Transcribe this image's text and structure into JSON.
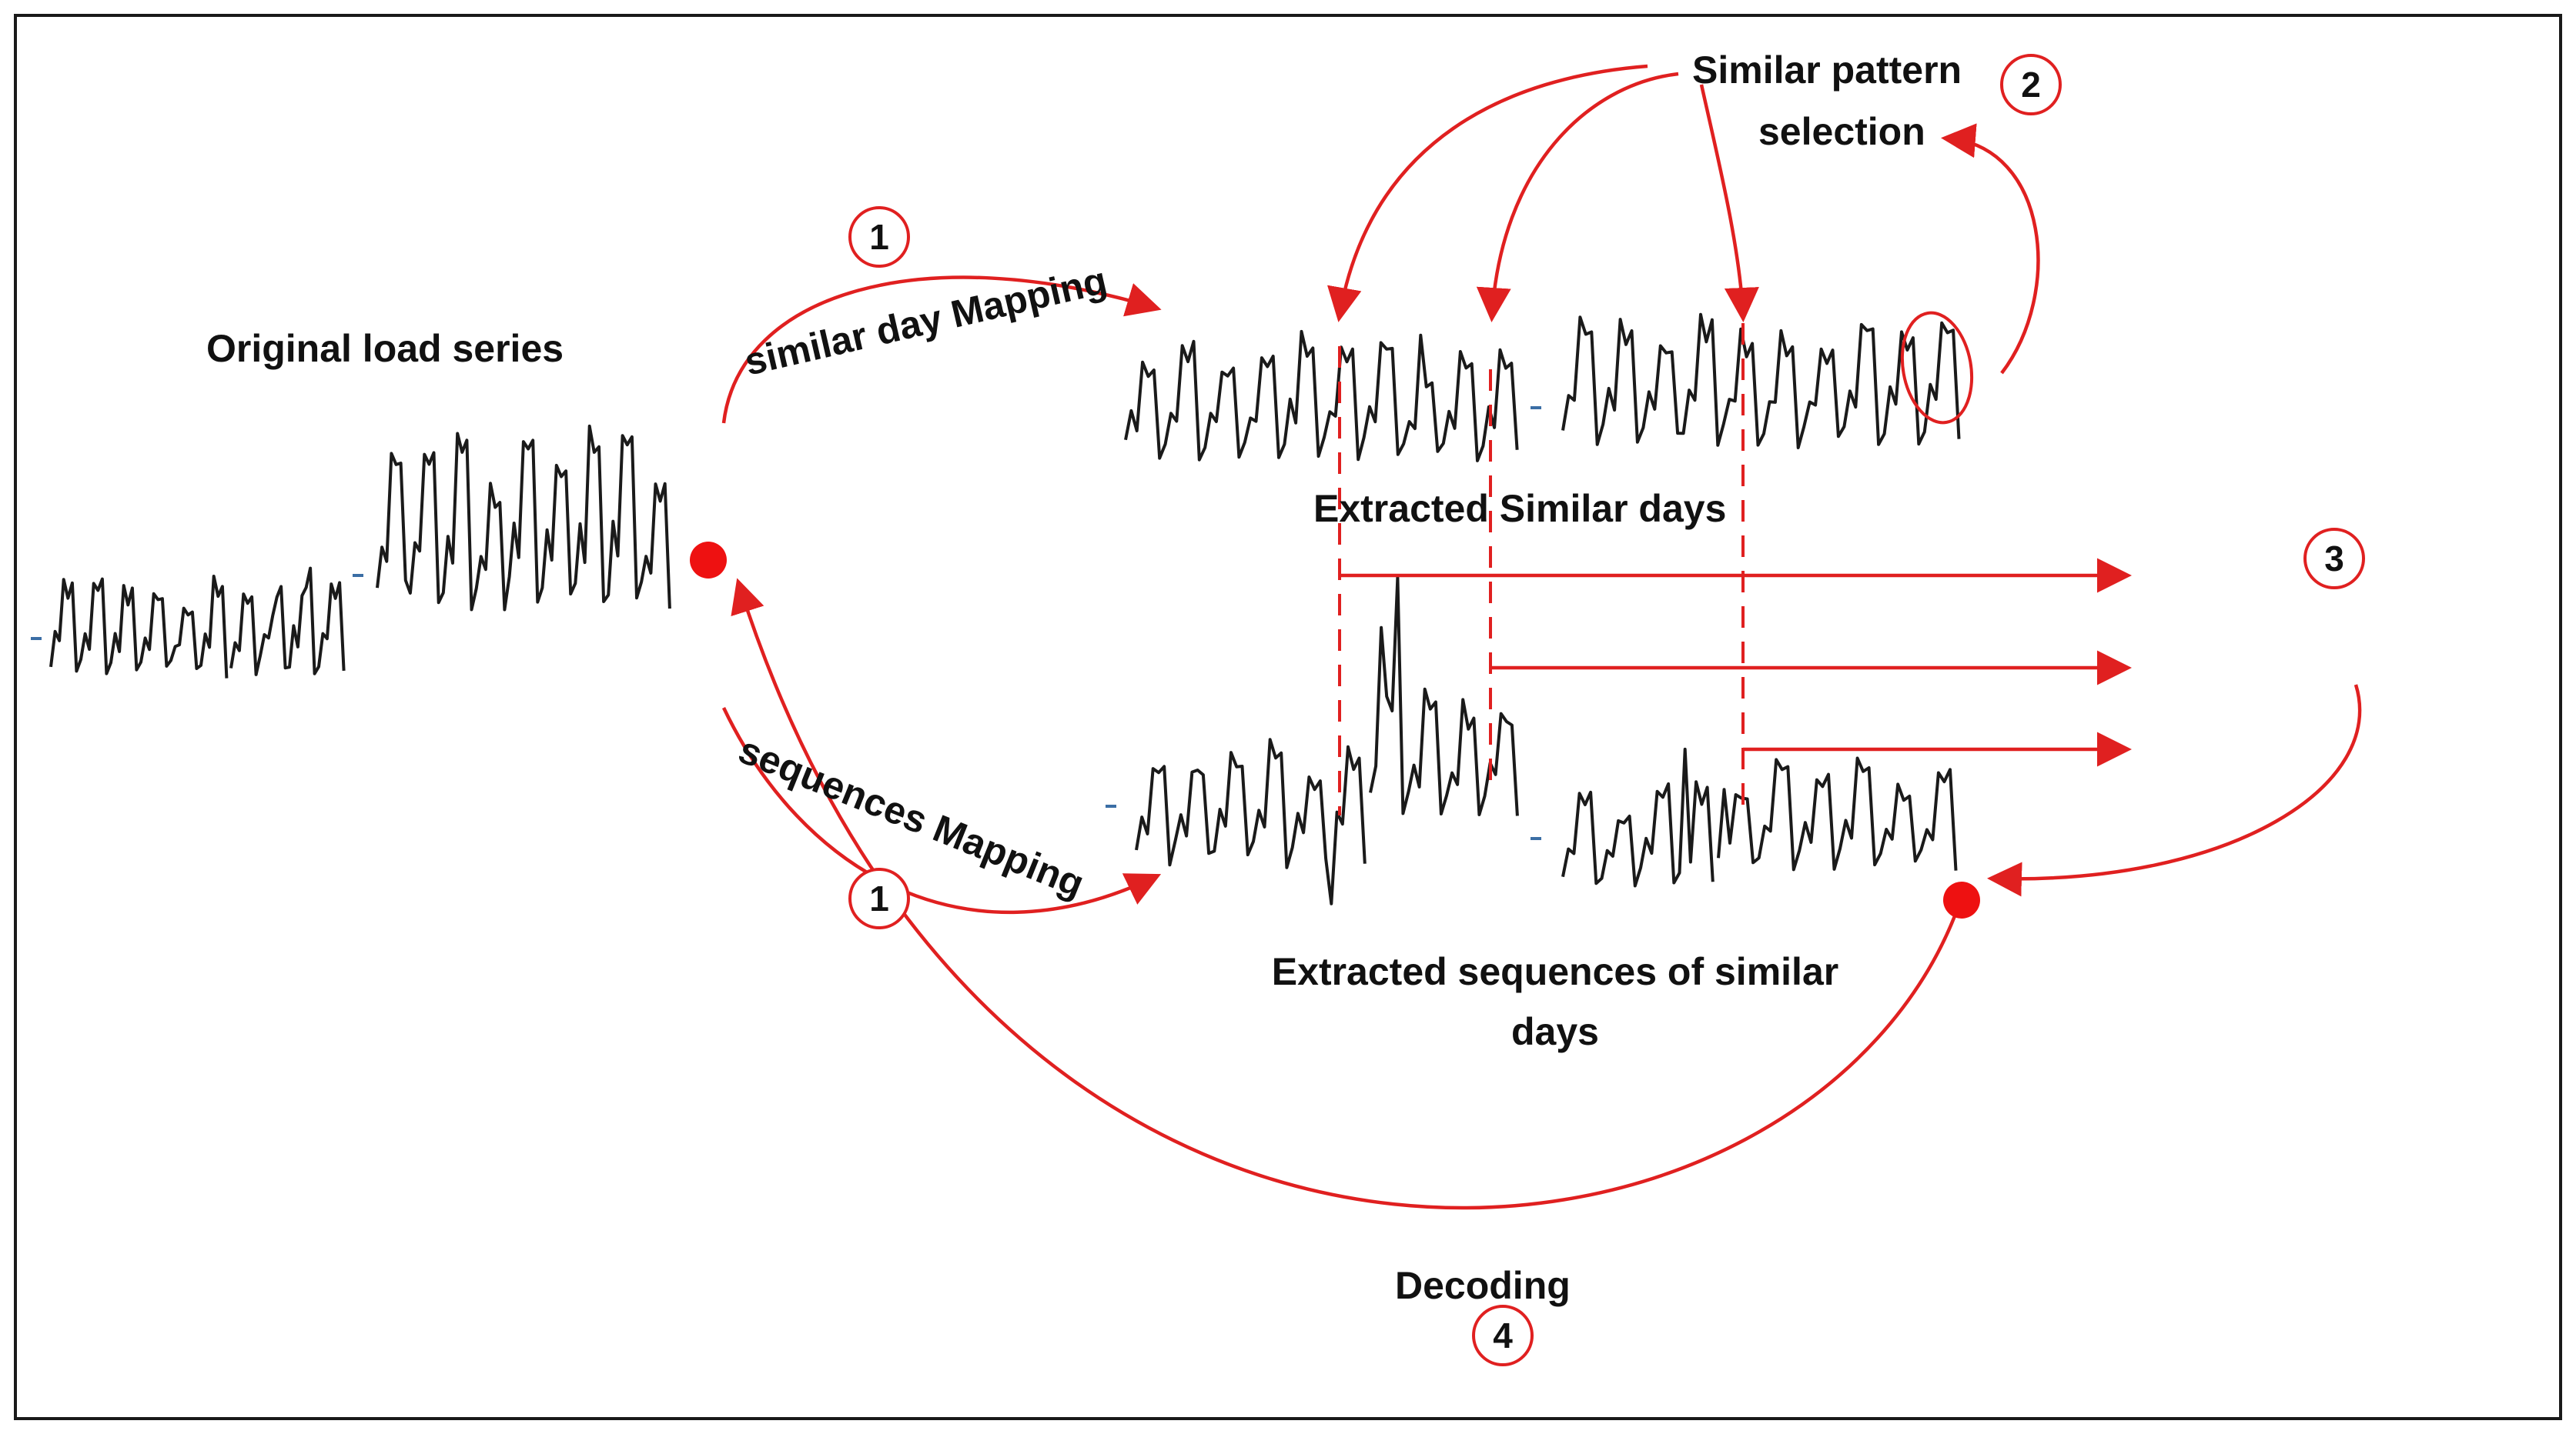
{
  "diagram": {
    "labels": {
      "original": "Original load series",
      "similar_day_mapping": "similar day Mapping",
      "sequences_mapping": "sequences Mapping",
      "similar_pattern_line1": "Similar pattern",
      "similar_pattern_line2": "selection",
      "extracted_similar_days": "Extracted Similar days",
      "extracted_sequences_line1": "Extracted sequences of similar",
      "extracted_sequences_line2": "days",
      "decoding": "Decoding"
    },
    "step_numbers": {
      "step1_top": "1",
      "step1_bottom": "1",
      "step2": "2",
      "step3": "3",
      "step4": "4"
    },
    "colors": {
      "accent": "#e02020",
      "signal": "#1a1a1a",
      "text": "#111111",
      "frame": "#1a1a1a"
    }
  }
}
